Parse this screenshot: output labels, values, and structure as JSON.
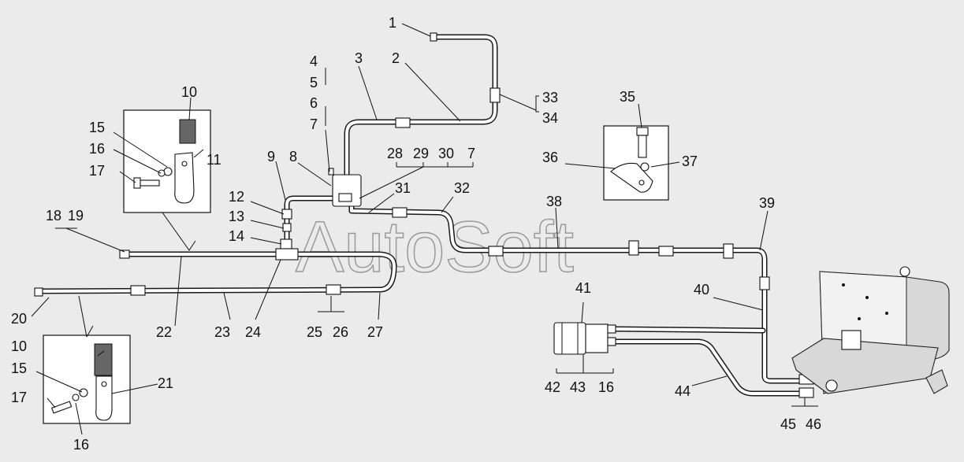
{
  "watermark": "AutoSoft",
  "callouts": {
    "c1": "1",
    "c2": "2",
    "c3": "3",
    "c4": "4",
    "c5": "5",
    "c6": "6",
    "c7a": "7",
    "c7b": "7",
    "c8": "8",
    "c9": "9",
    "c10a": "10",
    "c10b": "10",
    "c11": "11",
    "c12": "12",
    "c13": "13",
    "c14": "14",
    "c15a": "15",
    "c15b": "15",
    "c16a": "16",
    "c16b": "16",
    "c16c": "16",
    "c17a": "17",
    "c17b": "17",
    "c18": "18",
    "c19": "19",
    "c20": "20",
    "c21": "21",
    "c22": "22",
    "c23": "23",
    "c24": "24",
    "c25": "25",
    "c26": "26",
    "c27": "27",
    "c28": "28",
    "c29": "29",
    "c30": "30",
    "c31": "31",
    "c32": "32",
    "c33": "33",
    "c34": "34",
    "c35": "35",
    "c36": "36",
    "c37": "37",
    "c38": "38",
    "c39": "39",
    "c40": "40",
    "c41": "41",
    "c42": "42",
    "c43": "43",
    "c44": "44",
    "c45": "45",
    "c46": "46"
  }
}
